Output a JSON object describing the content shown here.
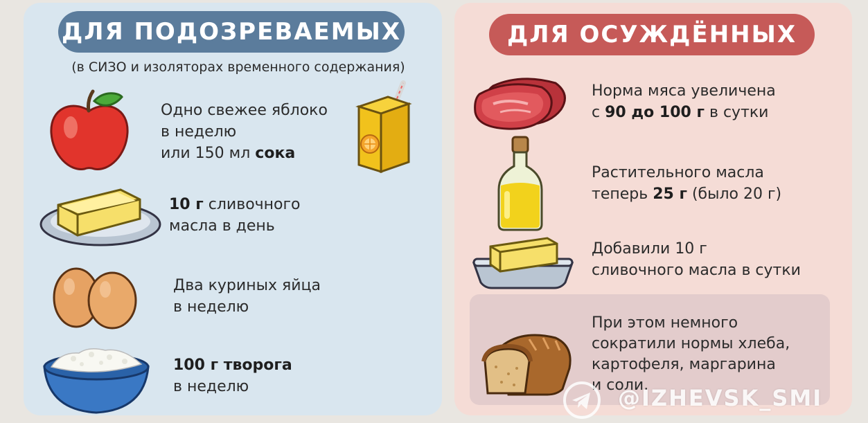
{
  "left": {
    "banner": "ДЛЯ ПОДОЗРЕВАЕМЫХ",
    "subtitle": "(в СИЗО и изоляторах временного содержания)",
    "items": [
      {
        "line1": "Одно свежее яблоко",
        "line2": "в неделю",
        "line3a": "или 150 мл ",
        "line3b": "сока"
      },
      {
        "line1a": "10 г",
        "line1b": " сливочного",
        "line2": "масла в день"
      },
      {
        "line1": "Два куриных яйца",
        "line2": "в неделю"
      },
      {
        "line1a": "100 г творога",
        "line2": "в неделю"
      }
    ]
  },
  "right": {
    "banner": "ДЛЯ ОСУЖДЁННЫХ",
    "items": [
      {
        "line1": "Норма мяса увеличена",
        "line2a": "с ",
        "line2b": "90 до 100 г",
        "line2c": " в сутки"
      },
      {
        "line1": "Растительного масла",
        "line2a": "теперь ",
        "line2b": "25 г",
        "line2c": " (было 20 г)"
      },
      {
        "line1": "Добавили 10 г",
        "line2": "сливочного масла в сутки"
      },
      {
        "line1": "При этом немного",
        "line2": "сократили нормы хлеба,",
        "line3": "картофеля, маргарина",
        "line4": "и соли."
      }
    ]
  },
  "watermark": "@IZHEVSK_SMI",
  "colors": {
    "left_panel": "#d9e6ef",
    "right_panel": "#f5dcd6",
    "left_banner": "#5b7c9c",
    "right_banner": "#c65a58"
  },
  "icons": [
    "apple-icon",
    "juice-box-icon",
    "butter-dish-icon",
    "eggs-icon",
    "cottage-cheese-bowl-icon",
    "meat-steak-icon",
    "oil-bottle-icon",
    "bread-icon",
    "telegram-icon"
  ]
}
